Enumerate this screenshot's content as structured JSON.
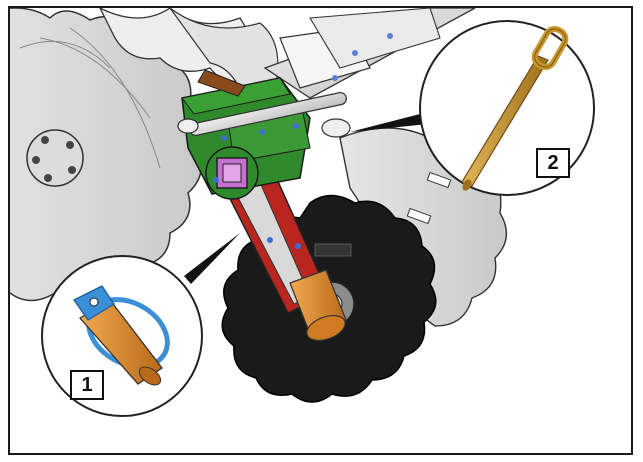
{
  "callouts": [
    {
      "number": "1",
      "part": "linch-pin"
    },
    {
      "number": "2",
      "part": "pin-with-handle"
    }
  ],
  "colors": {
    "disc_black": "#1a1a1a",
    "arm_red": "#b8261f",
    "bracket_green": "#2f8a2b",
    "square_purple": "#c56fd0",
    "orange_part": "#e08a2a",
    "blue_ring": "#3b8fd6",
    "brass_pin": "#c9962e",
    "grey_steel": "#d8d8d8",
    "outline": "#222222"
  }
}
